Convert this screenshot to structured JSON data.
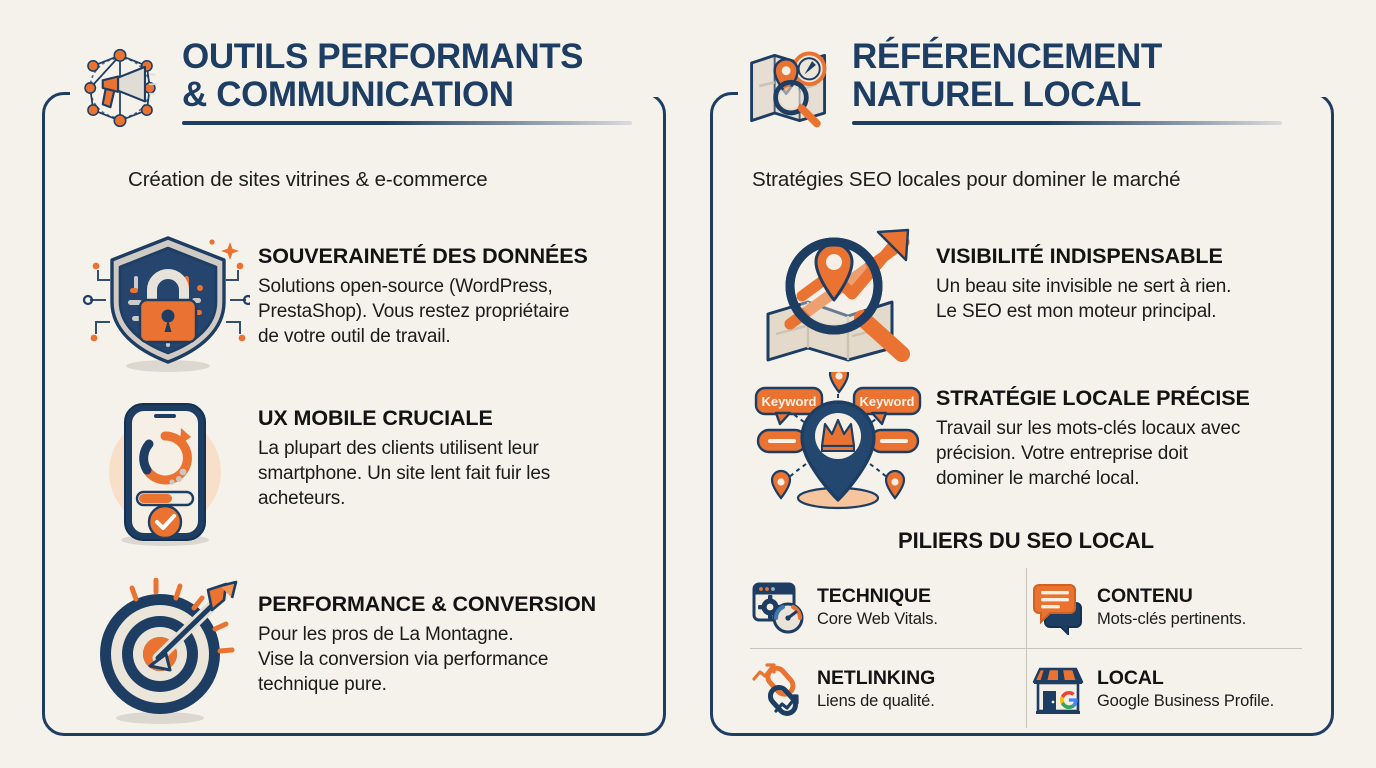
{
  "theme": {
    "background": "#f5f2ec",
    "navy": "#1d3d63",
    "navy_dark": "#16304f",
    "orange": "#ea7331",
    "orange_light": "#f5944f",
    "text": "#131313",
    "divider": "#c9c4ba"
  },
  "panels": [
    {
      "id": "outils",
      "header": {
        "icon": "megaphone-network-icon",
        "title": "OUTILS PERFORMANTS\n& COMMUNICATION"
      },
      "subtitle": "Création de sites vitrines & e-commerce",
      "features": [
        {
          "icon": "shield-lock-icon",
          "title": "SOUVERAINETÉ DES DONNÉES",
          "desc": "Solutions open-source (WordPress,\nPrestaShop). Vous restez propriétaire\nde votre outil de travail."
        },
        {
          "icon": "smartphone-loading-icon",
          "title": "UX MOBILE CRUCIALE",
          "desc": "La plupart des clients utilisent leur\nsmartphone. Un site lent fait fuir les\nacheteurs."
        },
        {
          "icon": "target-arrow-icon",
          "title": "PERFORMANCE & CONVERSION",
          "desc": "Pour les pros de La Montagne.\nVise la conversion via performance\ntechnique pure."
        }
      ]
    },
    {
      "id": "referencement",
      "header": {
        "icon": "map-magnifier-compass-icon",
        "title": "RÉFÉRENCEMENT\nNATUREL LOCAL"
      },
      "subtitle": "Stratégies SEO locales pour dominer le marché",
      "features": [
        {
          "icon": "magnifier-map-growth-icon",
          "title": "VISIBILITÉ INDISPENSABLE",
          "desc": "Un beau site invisible ne sert à rien.\nLe SEO est mon moteur principal."
        },
        {
          "icon": "keyword-pin-crown-icon",
          "title": "STRATÉGIE LOCALE PRÉCISE",
          "desc": "Travail sur les mots-clés locaux avec\nprécision. Votre entreprise doit\ndominer le marché local."
        }
      ],
      "piliers": {
        "title": "PILIERS DU SEO LOCAL",
        "items": [
          {
            "icon": "browser-gear-speedometer-icon",
            "label": "TECHNIQUE",
            "sub": "Core Web Vitals."
          },
          {
            "icon": "speech-bubbles-icon",
            "label": "CONTENU",
            "sub": "Mots-clés pertinents."
          },
          {
            "icon": "chain-link-growth-icon",
            "label": "NETLINKING",
            "sub": "Liens de qualité."
          },
          {
            "icon": "storefront-google-icon",
            "label": "LOCAL",
            "sub": "Google Business Profile."
          }
        ]
      }
    }
  ],
  "keyword_bubbles": [
    "Keyword",
    "Keyword"
  ]
}
